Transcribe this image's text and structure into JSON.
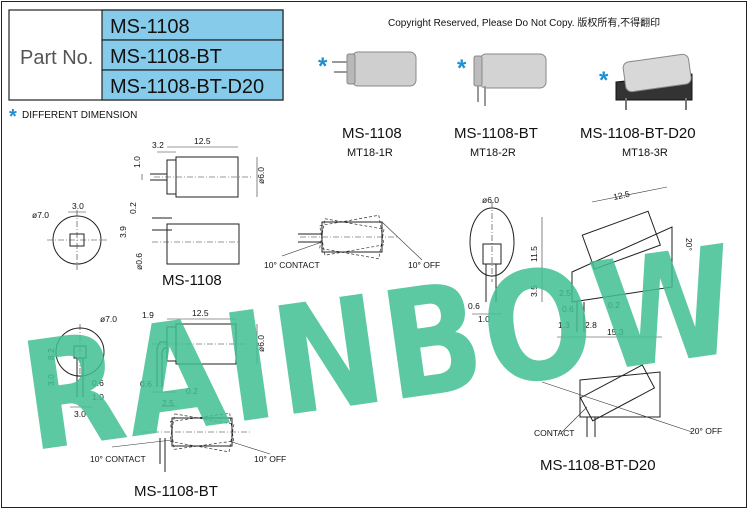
{
  "part_no_label": "Part No.",
  "models": [
    "MS-1108",
    "MS-1108-BT",
    "MS-1108-BT-D20"
  ],
  "copyright": "Copyright Reserved, Please Do Not Copy. 版权所有,不得翻印",
  "legend_text": "DIFFERENT DIMENSION",
  "products": [
    {
      "name": "MS-1108",
      "code": "MT18-1R"
    },
    {
      "name": "MS-1108-BT",
      "code": "MT18-2R"
    },
    {
      "name": "MS-1108-BT-D20",
      "code": "MT18-3R"
    }
  ],
  "watermark": "RAINBOW",
  "colors": {
    "table_fill": "#87cbeb",
    "watermark": "#3fbf93",
    "asterisk": "#1e8fd0"
  },
  "drawings": {
    "ms1108": {
      "title": "MS-1108",
      "dims": [
        "3.2",
        "12.5",
        "1.0",
        "ø6.0",
        "0.2",
        "3.9",
        "ø0.6",
        "ø7.0",
        "3.0"
      ],
      "contact": "10° CONTACT",
      "off": "10° OFF"
    },
    "ms1108bt": {
      "title": "MS-1108-BT",
      "dims": [
        "1.9",
        "12.5",
        "ø7.0",
        "8.2",
        "ø6.0",
        "3.0",
        "0.6",
        "1.0",
        "3.0",
        "0.6",
        "2.5",
        "0.2"
      ],
      "contact": "10° CONTACT",
      "off": "10° OFF"
    },
    "ms1108btd20": {
      "title": "MS-1108-BT-D20",
      "dims": [
        "ø6.0",
        "12.5",
        "20°",
        "11.5",
        "3.5",
        "2.5",
        "0.6",
        "0.2",
        "1.3",
        "2.8",
        "15.3",
        "0.6",
        "1.0"
      ],
      "contact": "CONTACT",
      "off": "20° OFF"
    }
  }
}
